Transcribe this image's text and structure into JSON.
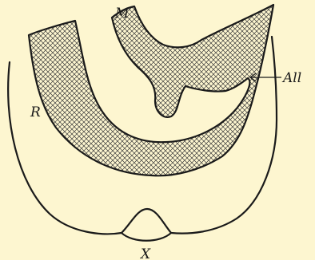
{
  "labels": {
    "m": "M",
    "all": "All",
    "r": "R",
    "x": "X"
  },
  "colors": {
    "background": "#fdf6d0",
    "ink": "#1a1a1a"
  }
}
